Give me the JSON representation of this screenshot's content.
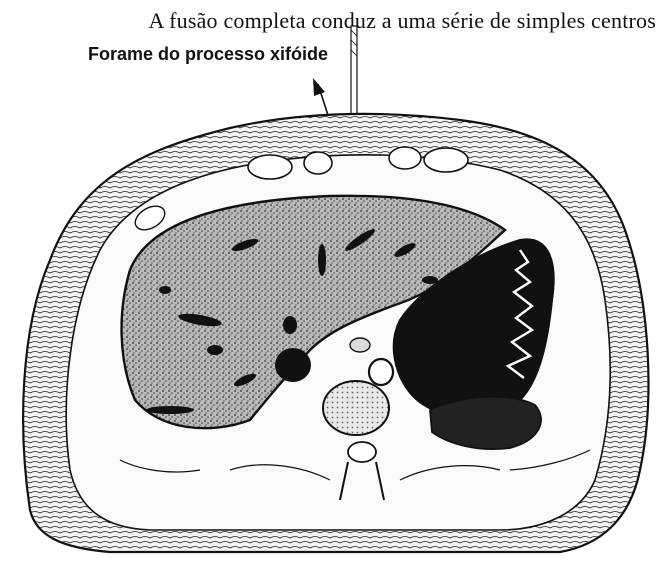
{
  "page": {
    "body_line": "A fusão completa conduz a uma série de simples centros",
    "figure_label": "Forame do processo xifóide"
  },
  "figure": {
    "subject": "cross-section-illustration",
    "colors": {
      "ink": "#111111",
      "tissue_fill": "#f2f2f2",
      "organ_fill": "#9a9a9a",
      "cavity": "#000000",
      "paper": "#ffffff"
    }
  }
}
